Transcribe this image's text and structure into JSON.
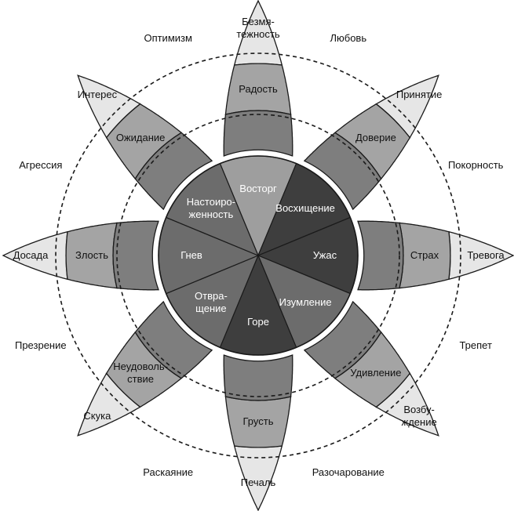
{
  "colors": {
    "outer": "#e6e6e6",
    "mild": "#a4a4a4",
    "basic": "#7e7e7e",
    "intense_light": "#9e9e9e",
    "intense_mid": "#6c6c6c",
    "intense_dark": "#3e3e3e",
    "stroke": "#1a1a1a"
  },
  "petals": [
    {
      "id": "joy",
      "icon": "top-petal",
      "outer": [
        "Безмя-",
        "тежность"
      ],
      "basic": "Радость",
      "intense": "Восторг",
      "intense_shade": "intense_light"
    },
    {
      "id": "trust",
      "icon": "top-right-petal",
      "outer": [
        "Принятие"
      ],
      "basic": "Доверие",
      "intense": "Восхищение",
      "intense_shade": "intense_dark"
    },
    {
      "id": "fear",
      "icon": "right-petal",
      "outer": [
        "Тревога"
      ],
      "basic": "Страх",
      "intense": "Ужас",
      "intense_shade": "intense_dark"
    },
    {
      "id": "surprise",
      "icon": "bottom-right-petal",
      "outer": [
        "Возбу-",
        "ждение"
      ],
      "basic": "Удивление",
      "intense": "Изумление",
      "intense_shade": "intense_mid"
    },
    {
      "id": "sadness",
      "icon": "bottom-petal",
      "outer": [
        "Печаль"
      ],
      "basic": "Грусть",
      "intense": "Горе",
      "intense_shade": "intense_dark"
    },
    {
      "id": "disgust",
      "icon": "bottom-left-petal",
      "outer": [
        "Скука"
      ],
      "basic": "Неудоволь-|ствие",
      "intense": "Отвра-|щение",
      "intense_shade": "intense_mid"
    },
    {
      "id": "anger",
      "icon": "left-petal",
      "outer": [
        "Досада"
      ],
      "basic": "Злость",
      "intense": "Гнев",
      "intense_shade": "intense_mid"
    },
    {
      "id": "anticipation",
      "icon": "top-left-petal",
      "outer": [
        "Интерес"
      ],
      "basic": "Ожидание",
      "intense": "Настоиро-|женность",
      "intense_shade": "intense_mid"
    }
  ],
  "dyads": [
    "Любовь",
    "Покорность",
    "Трепет",
    "Разочарование",
    "Раскаяние",
    "Презрение",
    "Агрессия",
    "Оптимизм"
  ]
}
